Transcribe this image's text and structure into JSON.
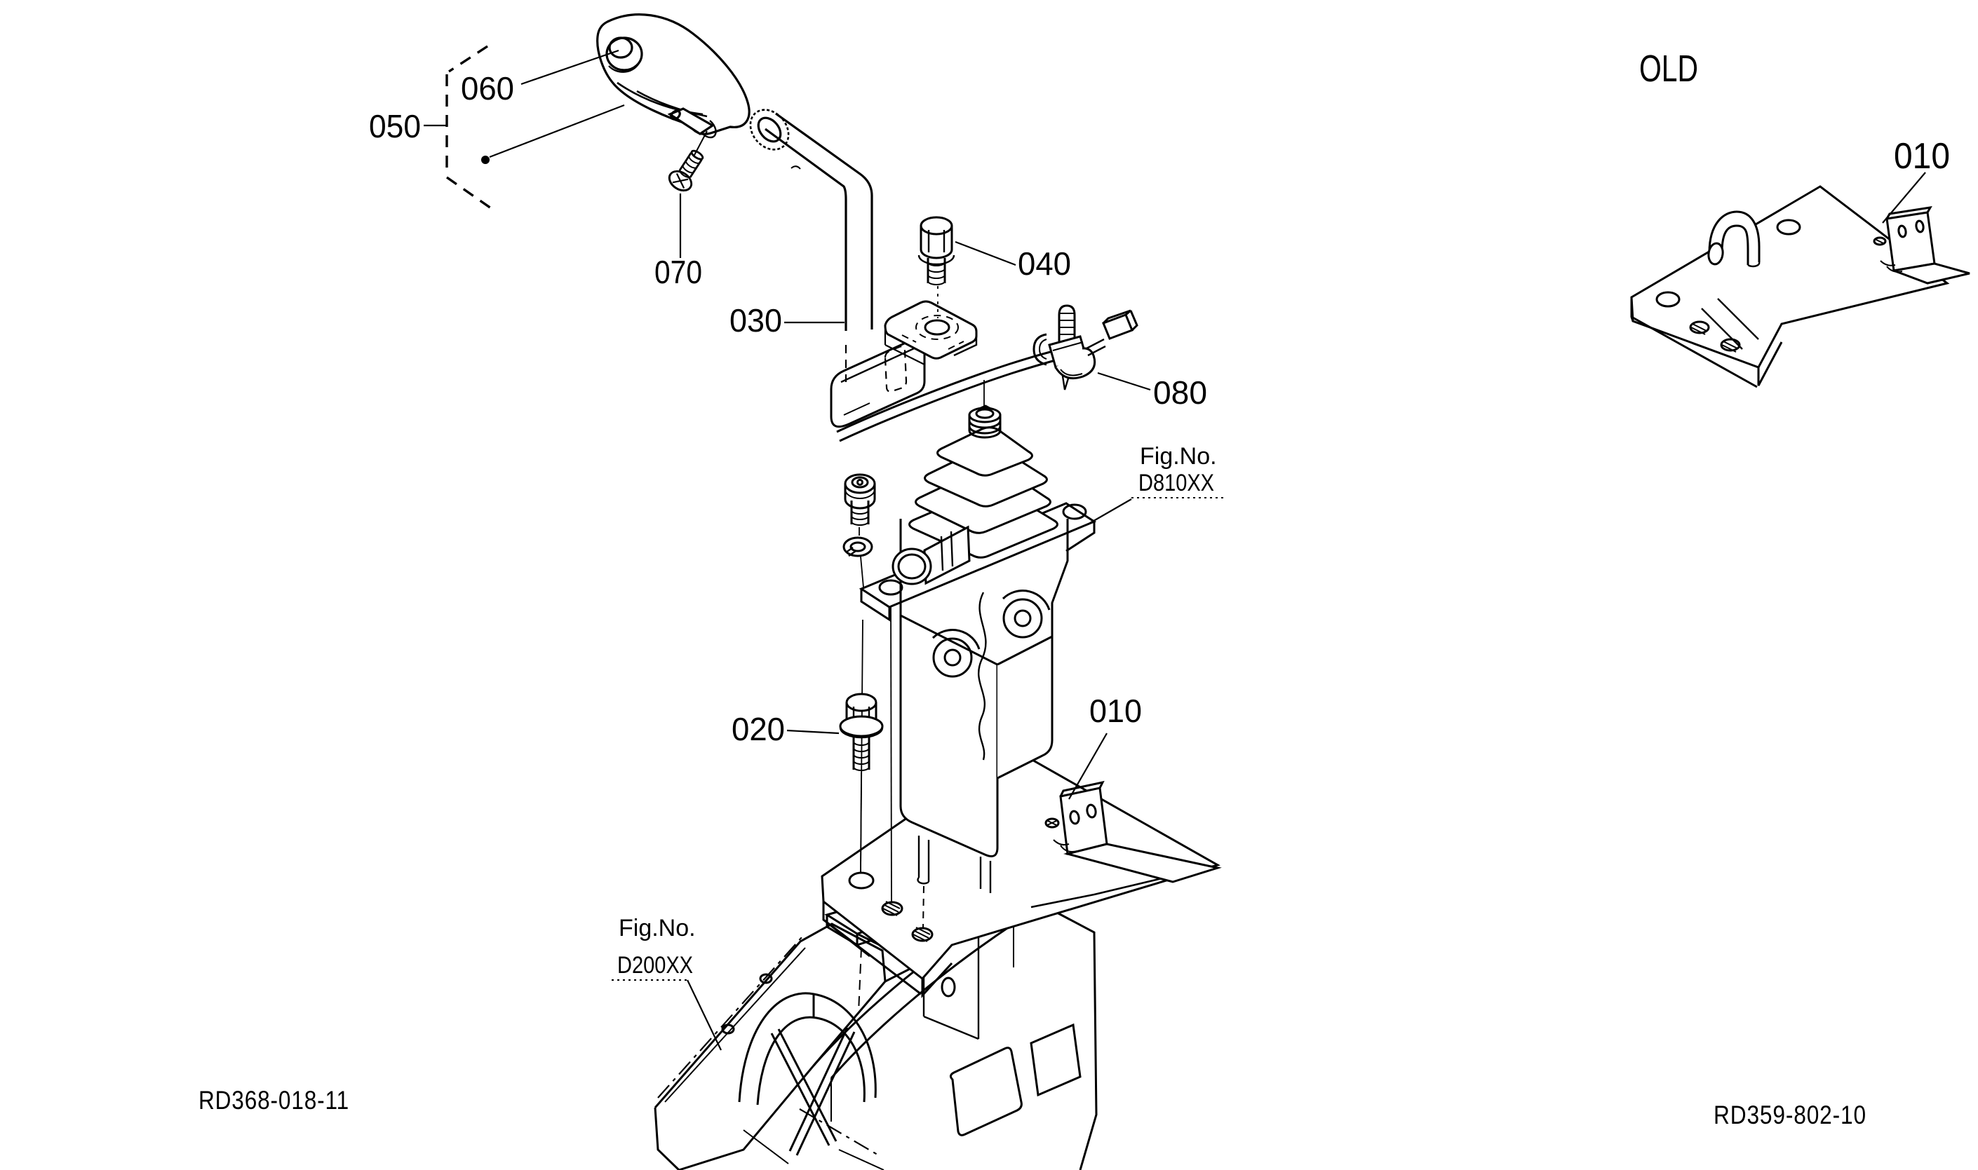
{
  "document": {
    "type": "exploded-parts-diagram"
  },
  "callouts": {
    "c010": "010",
    "c020": "020",
    "c030": "030",
    "c040": "040",
    "c050": "050",
    "c060": "060",
    "c070": "070",
    "c080": "080",
    "c010_old": "010"
  },
  "fig_refs": {
    "d810": {
      "prefix": "Fig.No.",
      "number": "D810XX"
    },
    "d200": {
      "prefix": "Fig.No.",
      "number": "D200XX"
    }
  },
  "old_view": {
    "heading": "OLD"
  },
  "drawing_codes": {
    "bottom_left": "RD368-018-11",
    "bottom_right": "RD359-802-10"
  },
  "colors": {
    "line": "#000000",
    "background": "#ffffff"
  }
}
